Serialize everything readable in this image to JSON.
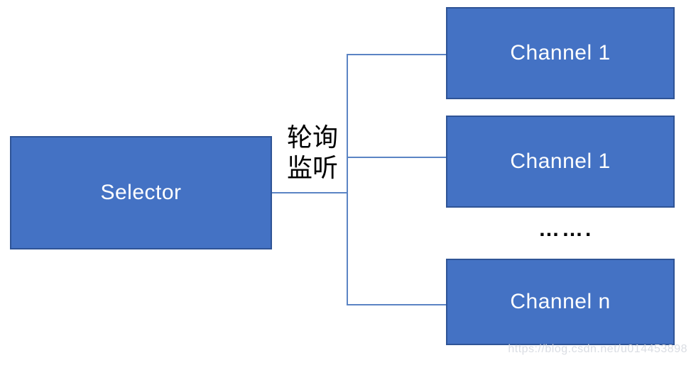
{
  "diagram": {
    "selector": {
      "label": "Selector"
    },
    "edge_label": {
      "line1": "轮询",
      "line2": "监听"
    },
    "channels": [
      {
        "label": "Channel 1"
      },
      {
        "label": "Channel 1"
      },
      {
        "label": "Channel n"
      }
    ],
    "ellipsis": "…….",
    "watermark": "https://blog.csdn.net/u014453898",
    "colors": {
      "box_fill": "#4472C4",
      "box_border": "#2F5496",
      "connector": "#5B84C4",
      "box_text": "#FFFFFF",
      "edge_label_text": "#000000",
      "watermark_text": "#D8DBE2"
    }
  }
}
